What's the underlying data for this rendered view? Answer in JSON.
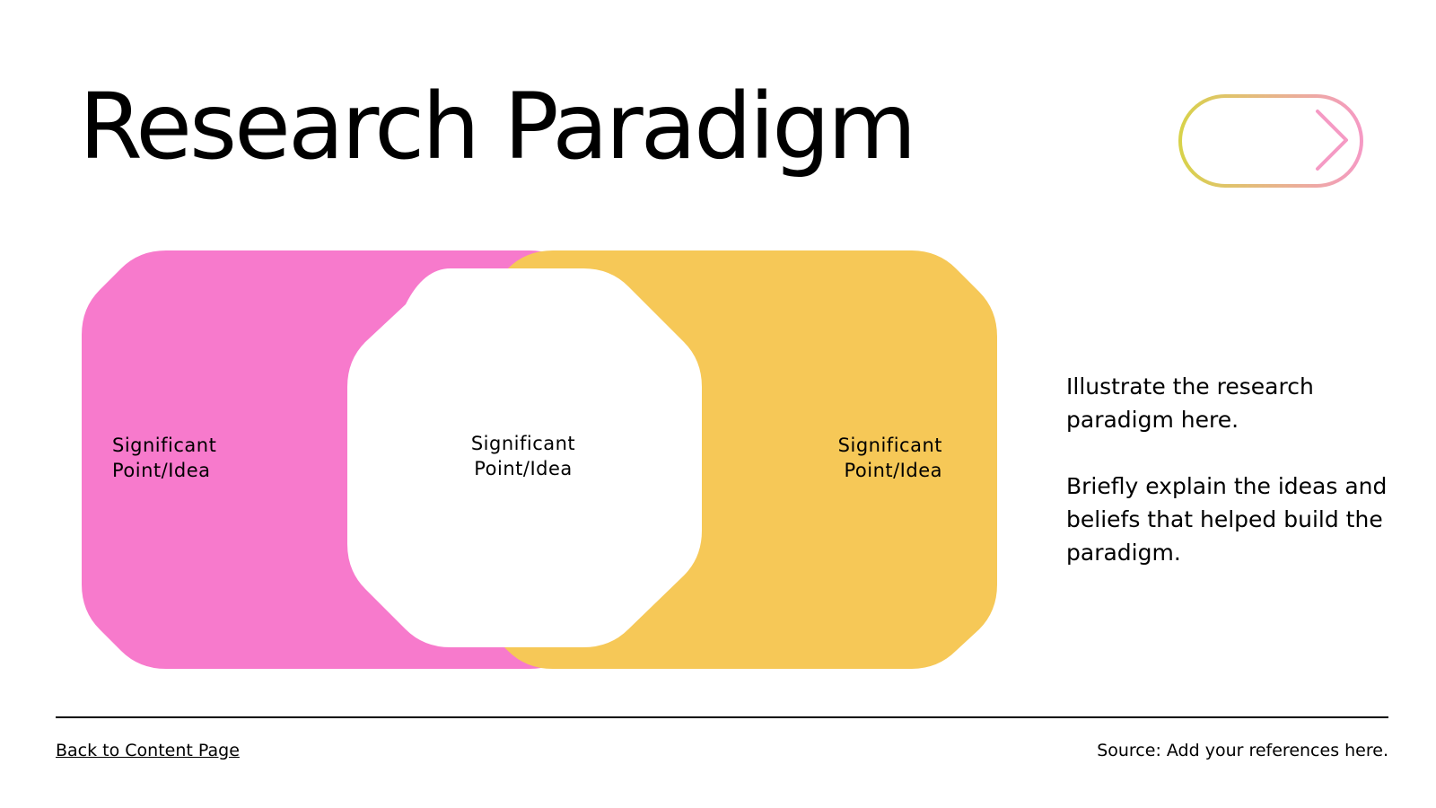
{
  "title": "Research Paradigm",
  "colors": {
    "left_shape": "#F77ACC",
    "right_shape": "#F6C857",
    "center_shape": "#FFFFFF",
    "arrow_gradient_start": "#D8D24A",
    "arrow_gradient_end": "#F59AC4",
    "text": "#000000"
  },
  "nav": {
    "next_icon": "arrow-right-icon"
  },
  "diagram": {
    "nodes": [
      {
        "id": "left",
        "line1": "Significant",
        "line2": "Point/Idea"
      },
      {
        "id": "center",
        "line1": "Significant",
        "line2": "Point/Idea"
      },
      {
        "id": "right",
        "line1": "Significant",
        "line2": "Point/Idea"
      }
    ]
  },
  "side_text": {
    "paragraph1": "Illustrate the research paradigm here.",
    "paragraph2": "Briefly explain the ideas and beliefs that helped build the paradigm."
  },
  "footer": {
    "back_link": "Back to Content Page",
    "source": "Source: Add your references here."
  }
}
